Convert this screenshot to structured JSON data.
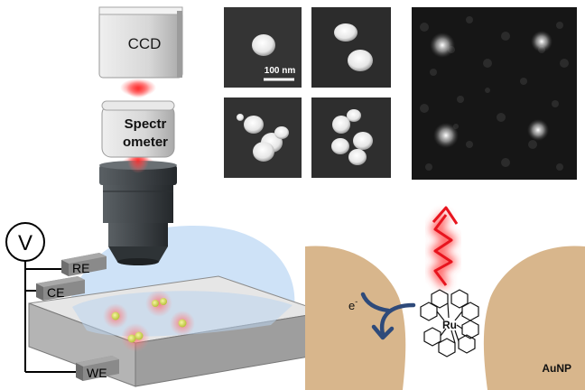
{
  "setup": {
    "ccd_label": "CCD",
    "spectrometer_line1": "Spectr",
    "spectrometer_line2": "ometer",
    "voltmeter_symbol": "V",
    "electrodes": {
      "reference": "RE",
      "counter": "CE",
      "working": "WE"
    }
  },
  "sem": {
    "scale_bar_label": "100 nm"
  },
  "mechanism": {
    "electron_label": "e",
    "electron_superscript": "-",
    "complex_center": "Ru",
    "particle_label": "AuNP"
  },
  "colors": {
    "gold_particle": "#D8B68C",
    "emission_red": "#E8141E",
    "electrolyte_blue": "#C5DDF6",
    "electron_arrow": "#2E4A7A",
    "housing_gray": "#D2D2D2",
    "objective_dark": "#3E4347"
  }
}
